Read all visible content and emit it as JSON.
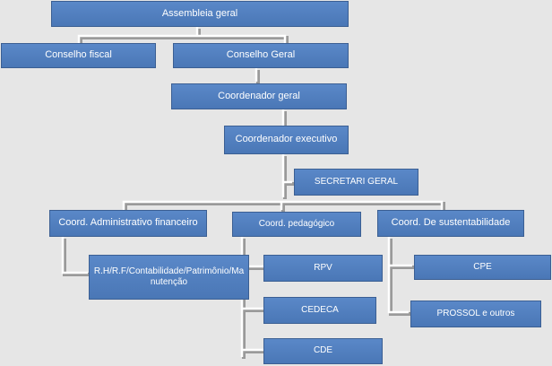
{
  "nodes": {
    "assembleia": "Assembleia geral",
    "conselho_fiscal": "Conselho fiscal",
    "conselho_geral": "Conselho  Geral",
    "coord_geral": "Coordenador geral",
    "coord_executivo": "Coordenador executivo",
    "secretari": "SECRETARI GERAL",
    "coord_admin": "Coord. Administrativo financeiro",
    "coord_pedagogico": "Coord. pedagógico",
    "coord_sustent": "Coord.  De sustentabilidade",
    "rh": "R.H/R.F/Contabilidade/Patrimônio/Manutenção",
    "rpv": "RPV",
    "cedeca": "CEDECA",
    "cde": "CDE",
    "cpe": "CPE",
    "prossol": "PROSSOL e  outros"
  }
}
